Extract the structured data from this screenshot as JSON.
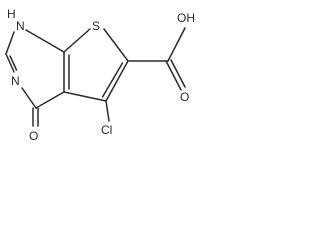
{
  "molecule": {
    "atoms": {
      "n1h": "H",
      "n1": "N",
      "s": "S",
      "oh": "OH",
      "n3": "N",
      "o": "O",
      "o_keto": "O",
      "cl": "Cl"
    }
  }
}
